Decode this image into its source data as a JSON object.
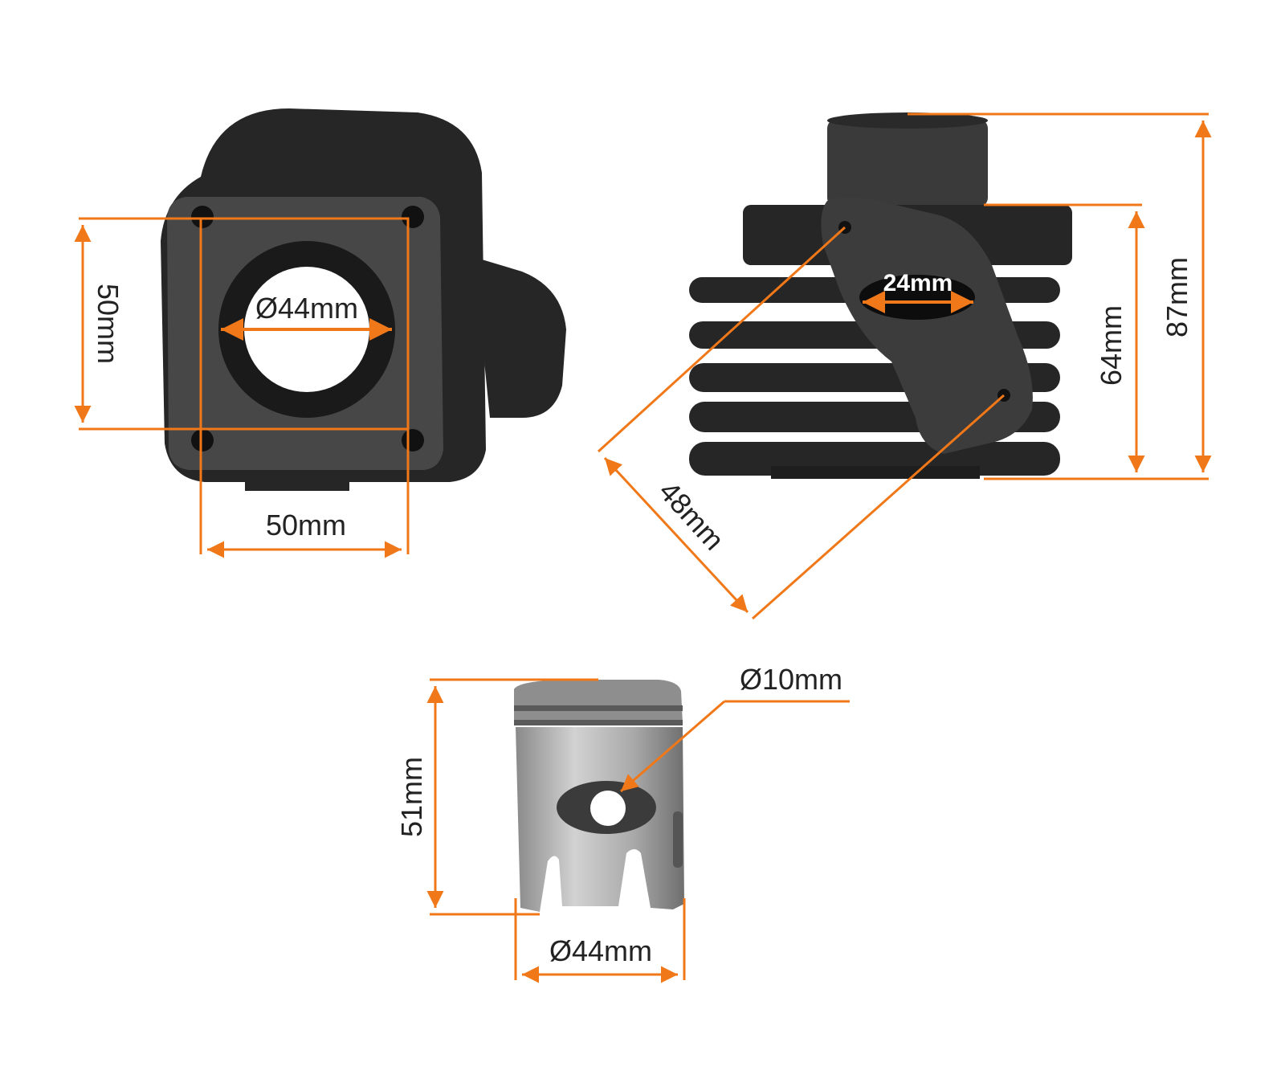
{
  "colors": {
    "dimension": "#f07818",
    "part_dark": "#262626",
    "part_face": "#3b3b3b",
    "part_edge": "#151515",
    "piston_metal": "#b9b9b9",
    "piston_dark": "#7c7c7c"
  },
  "dimensions": {
    "flange_height": "50mm",
    "flange_width": "50mm",
    "port_diameter": "Ø44mm",
    "exhaust_port": "24mm",
    "flange_diagonal": "48mm",
    "fin_height": "64mm",
    "total_height": "87mm",
    "pin_diameter": "Ø10mm",
    "piston_height": "51mm",
    "piston_diameter": "Ø44mm"
  }
}
